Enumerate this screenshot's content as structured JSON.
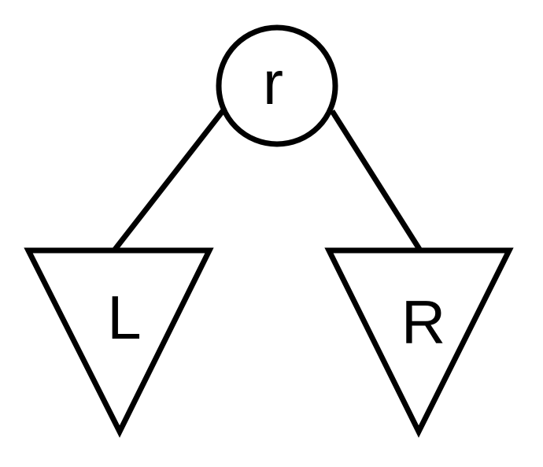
{
  "tree": {
    "root": {
      "label": "r"
    },
    "left_subtree": {
      "label": "L"
    },
    "right_subtree": {
      "label": "R"
    }
  },
  "colors": {
    "stroke": "#000000",
    "background": "#ffffff"
  }
}
